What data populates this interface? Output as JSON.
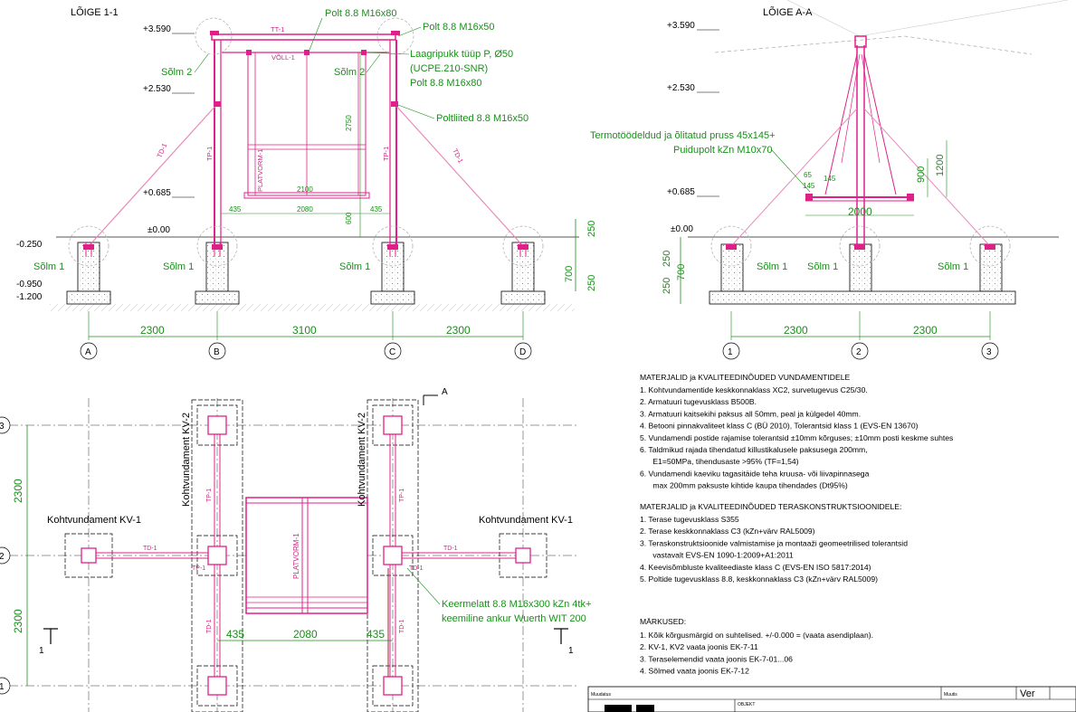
{
  "section_1": {
    "title": "LÕIGE 1-1",
    "levels": [
      "+3.590",
      "+2.530",
      "+0.685",
      "±0.00",
      "-0.250",
      "-0.950",
      "-1.200"
    ],
    "callouts": {
      "bolt_top": "Polt 8.8 M16x80",
      "bolt_right": "Polt 8.8 M16x50",
      "bearing_1": "Laagripukk tüüp P, Ø50",
      "bearing_2": "(UCPE.210-SNR)",
      "bolt_bearing": "Polt 8.8 M16x80",
      "bolt_joint": "Poltliited 8.8 M16x50",
      "node_2_left": "Sõlm 2",
      "node_2_right": "Sõlm 2",
      "node_1_a": "Sõlm 1",
      "node_1_b": "Sõlm 1",
      "node_1_c": "Sõlm 1"
    },
    "members": {
      "tt1": "TT-1",
      "voll1": "VÕLL-1",
      "td1_left": "TD-1",
      "td1_right": "TD-1",
      "tp1_left": "TP-1",
      "tp1_right": "TP-1",
      "platform": "PLATVORM-1"
    },
    "dims": {
      "d2750": "2750",
      "d2100": "2100",
      "d435a": "435",
      "d2080": "2080",
      "d435b": "435",
      "d600": "600",
      "d250a": "250",
      "d700": "700",
      "d250b": "250",
      "span1": "2300",
      "span2": "3100",
      "span3": "2300"
    },
    "axes": [
      "A",
      "B",
      "C",
      "D"
    ]
  },
  "section_a": {
    "title": "LÕIGE A-A",
    "levels": [
      "+3.590",
      "+2.530",
      "+0.685",
      "±0.00"
    ],
    "callouts": {
      "timber_1": "Termotöödeldud ja õlitatud pruss 45x145+",
      "timber_2": "Puidupolt kZn M10x70",
      "node_1_a": "Sõlm 1",
      "node_1_b": "Sõlm 1",
      "node_1_c": "Sõlm 1"
    },
    "dims": {
      "d65": "65",
      "d145a": "145",
      "d145b": "145",
      "d900": "900",
      "d1200": "1200",
      "d2000": "2000",
      "d250a": "250",
      "d700": "700",
      "d250b": "250",
      "span1": "2300",
      "span2": "2300"
    },
    "axes": [
      "1",
      "2",
      "3"
    ]
  },
  "plan": {
    "kv1_left": "Kohtvundament KV-1",
    "kv1_right": "Kohtvundament KV-1",
    "kv2_left": "Kohtvundament KV-2",
    "kv2_right": "Kohtvundament KV-2",
    "anchor_1": "Keermelatt 8.8 M16x300 kZn 4tk+",
    "anchor_2": "keemiline ankur Wuerth WIT 200",
    "dim_v1": "2300",
    "dim_v2": "2300",
    "dim_435a": "435",
    "dim_2080": "2080",
    "dim_435b": "435",
    "cut_a": "A",
    "cut_1_left": "1",
    "cut_1_right": "1",
    "row_labels": [
      "3",
      "2",
      "1"
    ],
    "members": {
      "td1_left": "TD-1",
      "td1_right": "TD-1",
      "tp1_a": "TP-1",
      "tp1_b": "TP-1",
      "tp1_c": "TP-1",
      "td1_a": "TD-1",
      "td1_b": "TD-1",
      "td1_c": "TD-1",
      "platform": "PLATVORM-1"
    }
  },
  "notes": {
    "foundation_title": "MATERJALID ja KVALITEEDINÕUDED VUNDAMENTIDELE",
    "foundation_items": [
      "1. Kohtvundamentide keskkonnaklass XC2, survetugevus C25/30.",
      "2. Armatuuri tugevusklass B500B.",
      "3. Armatuuri kaitsekihi paksus all 50mm, peal ja külgedel 40mm.",
      "4. Betooni pinnakvaliteet klass C (BÜ 2010), Tolerantsid klass 1 (EVS-EN 13670)",
      "5. Vundamendi postide rajamise tolerantsid ±10mm kõrguses; ±10mm posti keskme suhtes",
      "6. Taldmikud rajada tihendatud killustikalusele paksusega 200mm,",
      "    E1=50MPa, tihendusaste >95% (TF=1,54)",
      "6. Vundamendi kaeviku tagasitäide teha kruusa- või liivapinnasega",
      "    max 200mm paksuste kihtide kaupa tihendades (Dt95%)"
    ],
    "steel_title": "MATERJALID ja KVALITEEDINÕUDED TERASKONSTRUKTSIOONIDELE:",
    "steel_items": [
      "1. Terase tugevusklass S355",
      "2. Terase keskkonnaklass C3 (kZn+värv RAL5009)",
      "3. Teraskonstruktsioonide valmistamise ja montaaži geomeetrilised tolerantsid",
      "    vastavalt EVS-EN 1090-1:2009+A1:2011",
      "4. Keevisõmbluste kvaliteediaste klass C (EVS-EN ISO 5817:2014)",
      "5. Poltide tugevusklass 8.8, keskkonnaklass C3 (kZn+värv RAL5009)"
    ],
    "remarks_title": "MÄRKUSED:",
    "remarks_items": [
      "1. Kõik kõrgusmärgid on suhtelised. +/-0.000 = (vaata asendiplaan).",
      "2. KV-1, KV2 vaata joonis EK-7-11",
      "3. Teraselemendid vaata joonis EK-7-01...06",
      "4. Sõlmed vaata joonis EK-7-12"
    ]
  },
  "title_block": {
    "muudatus": "Muudatus",
    "muutis": "Muutis",
    "ver": "Ver",
    "objekt": "OBJEKT"
  },
  "colors": {
    "steel": "#e0208a",
    "dimension": "#1a8f1a",
    "ink": "#000000"
  }
}
